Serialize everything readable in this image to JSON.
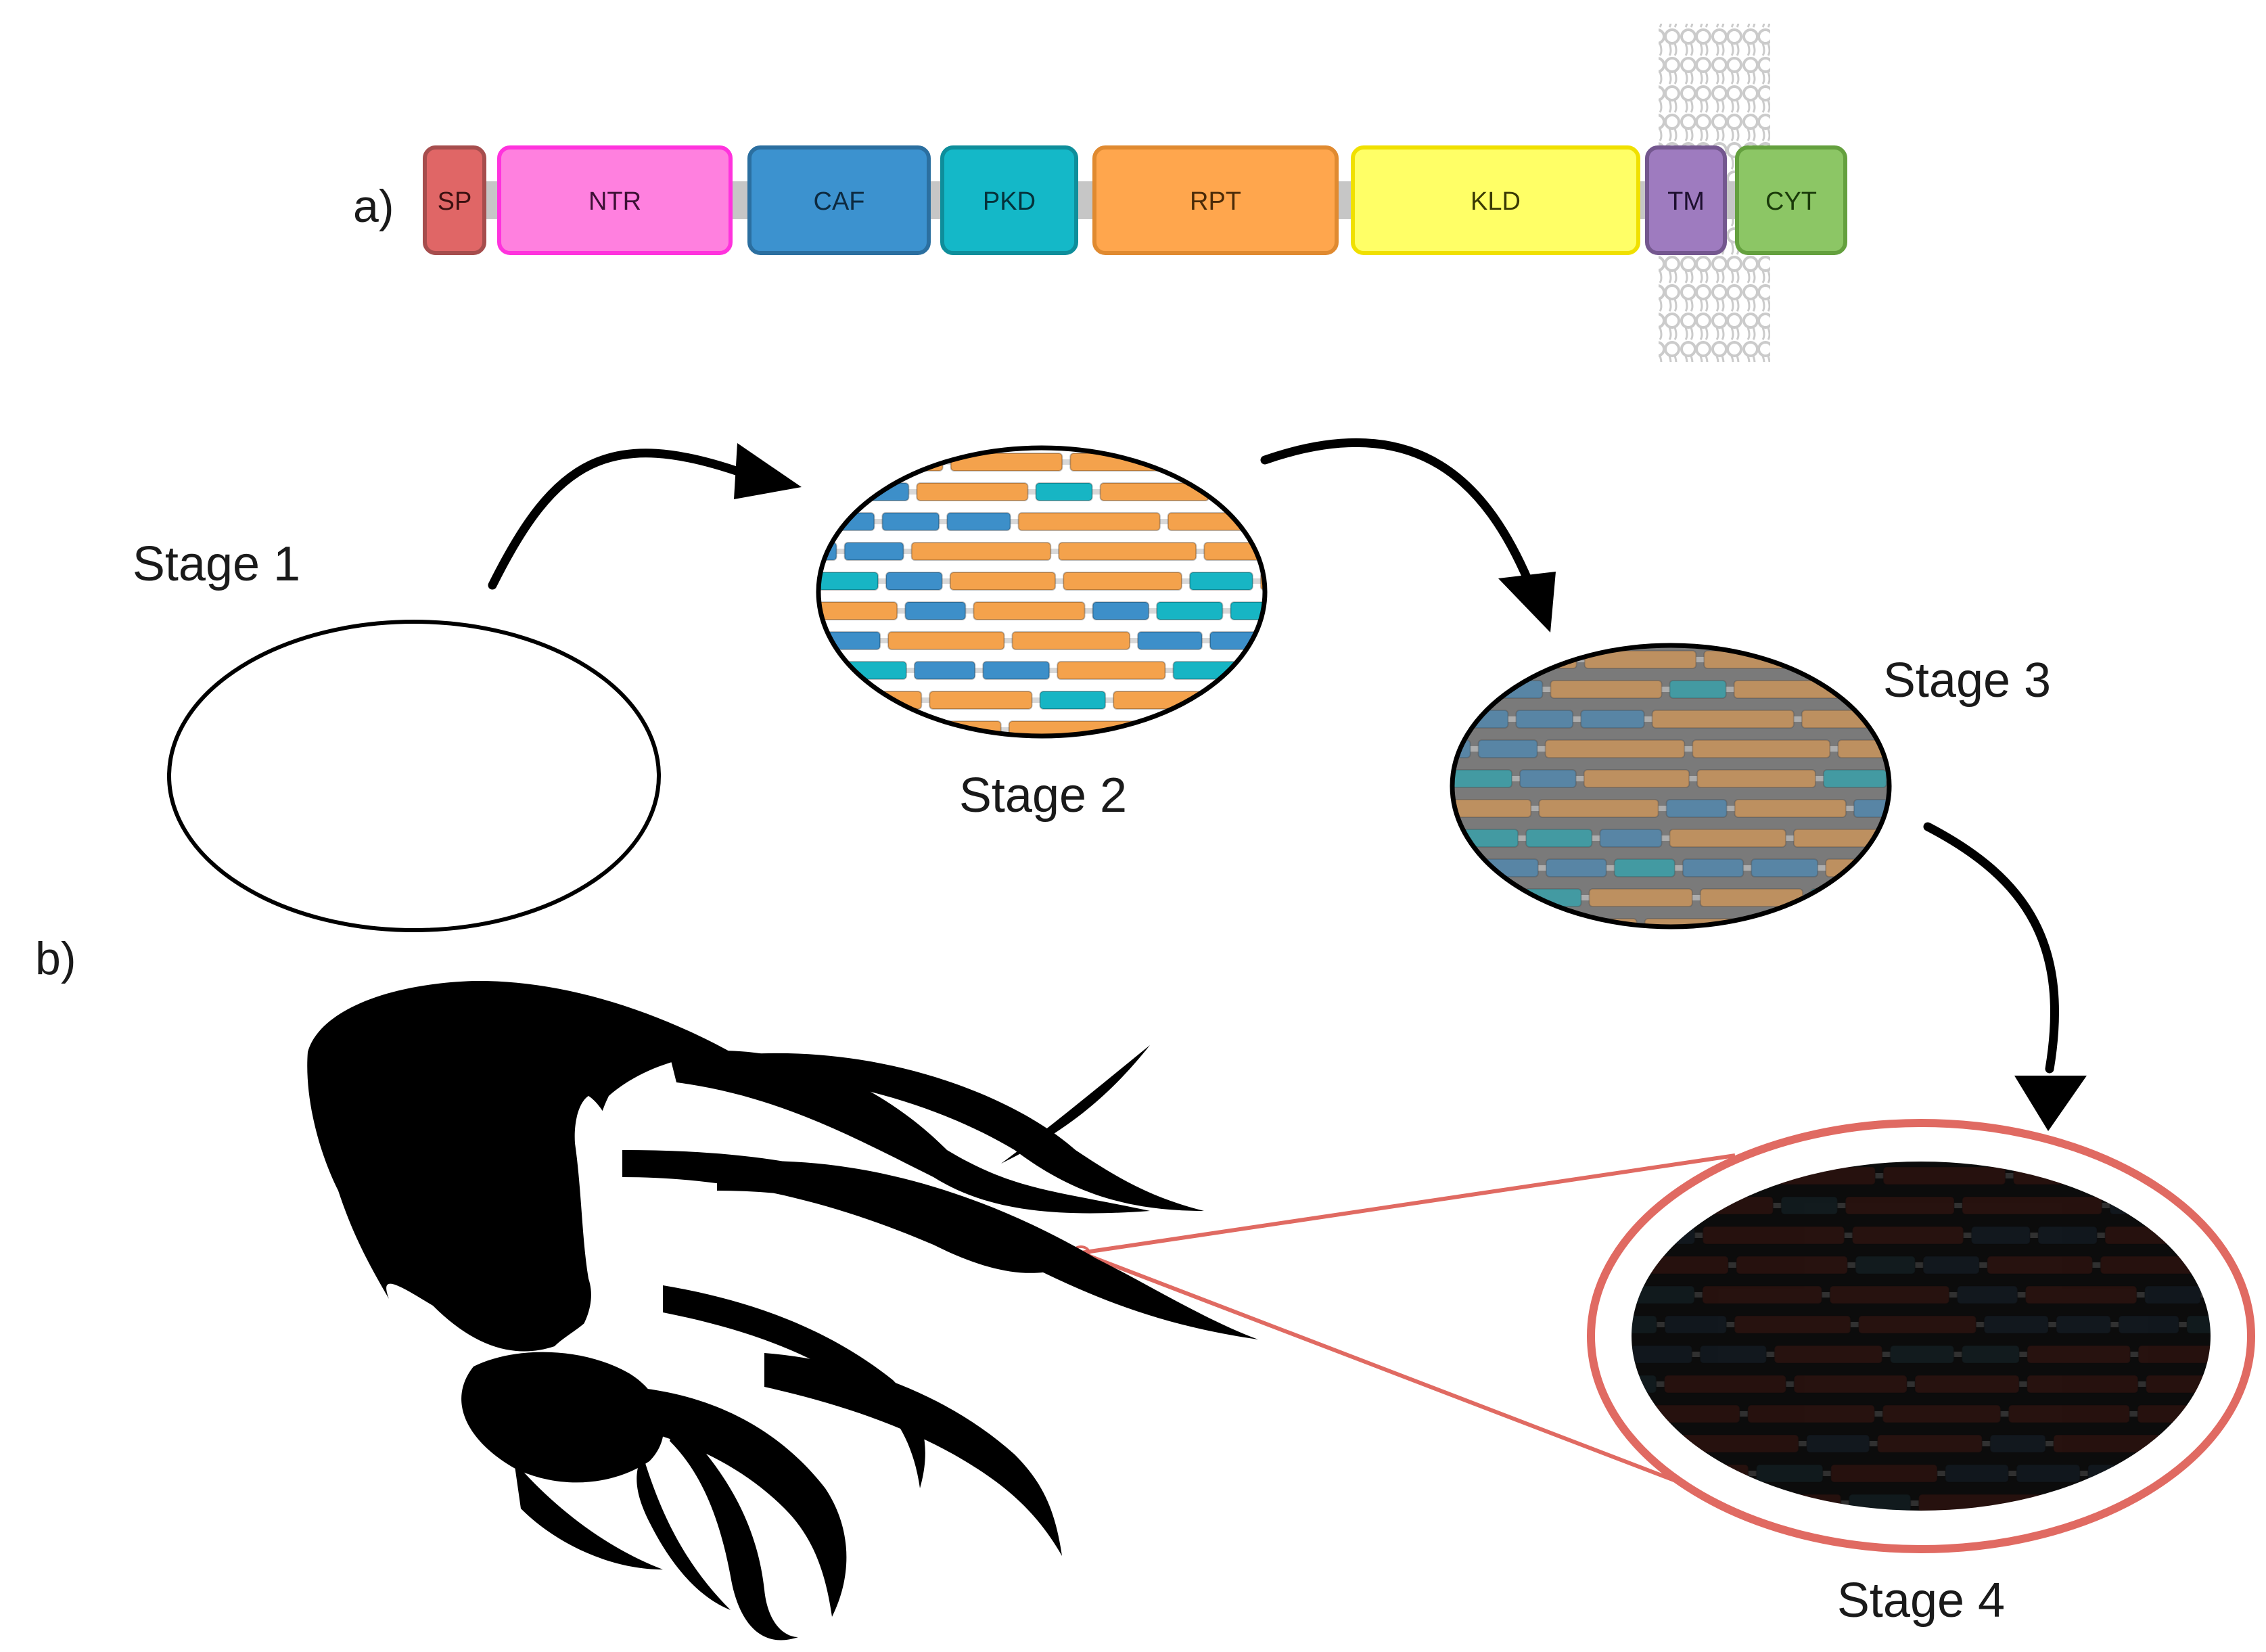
{
  "panel_a": {
    "label": "a)",
    "domains": [
      {
        "name": "SP",
        "fill": "#e06666",
        "stroke": "#a64d4d",
        "text": "#3a1010"
      },
      {
        "name": "NTR",
        "fill": "#ff80df",
        "stroke": "#ff33dd",
        "text": "#3d1035"
      },
      {
        "name": "CAF",
        "fill": "#3c92cf",
        "stroke": "#2b6fa0",
        "text": "#0d2a40"
      },
      {
        "name": "PKD",
        "fill": "#14b8c8",
        "stroke": "#0e8e9b",
        "text": "#05323a"
      },
      {
        "name": "RPT",
        "fill": "#ffa64d",
        "stroke": "#e08a30",
        "text": "#4a2a08"
      },
      {
        "name": "KLD",
        "fill": "#ffff66",
        "stroke": "#f0e000",
        "text": "#3a3a05"
      },
      {
        "name": "TM",
        "fill": "#9e7bbf",
        "stroke": "#74578f",
        "text": "#1e1030"
      },
      {
        "name": "CYT",
        "fill": "#8cc665",
        "stroke": "#64a03e",
        "text": "#1a3a0a"
      }
    ],
    "backbone_color": "#c6c6c6",
    "membrane_color": "#c8c8c8"
  },
  "panel_b": {
    "label": "b)",
    "stages": [
      {
        "label": "Stage 1"
      },
      {
        "label": "Stage 2"
      },
      {
        "label": "Stage 3"
      },
      {
        "label": "Stage 4"
      }
    ],
    "colors": {
      "filament_orange": "#f4a24c",
      "filament_blue": "#3d8fc9",
      "filament_teal": "#17b5c4",
      "stage3_bg": "#6e6e6e",
      "stage4_ring": "#e06a62",
      "stage4_fill": "#0c0c0c",
      "arrow": "#000000",
      "silhouette": "#000000"
    }
  }
}
